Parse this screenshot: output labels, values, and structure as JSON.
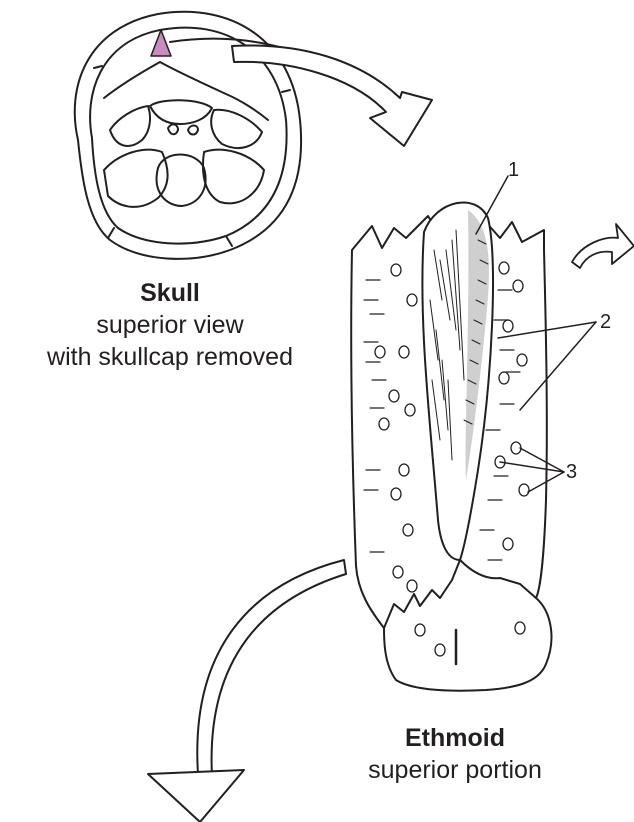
{
  "skull": {
    "title": "Skull",
    "line1": "superior view",
    "line2": "with skullcap removed",
    "highlight_color": "#c98bc2"
  },
  "ethmoid": {
    "title": "Ethmoid",
    "line1": "superior portion"
  },
  "callouts": [
    "1",
    "2",
    "3"
  ],
  "colors": {
    "line": "#231f20",
    "shade": "#d9d9d9"
  }
}
